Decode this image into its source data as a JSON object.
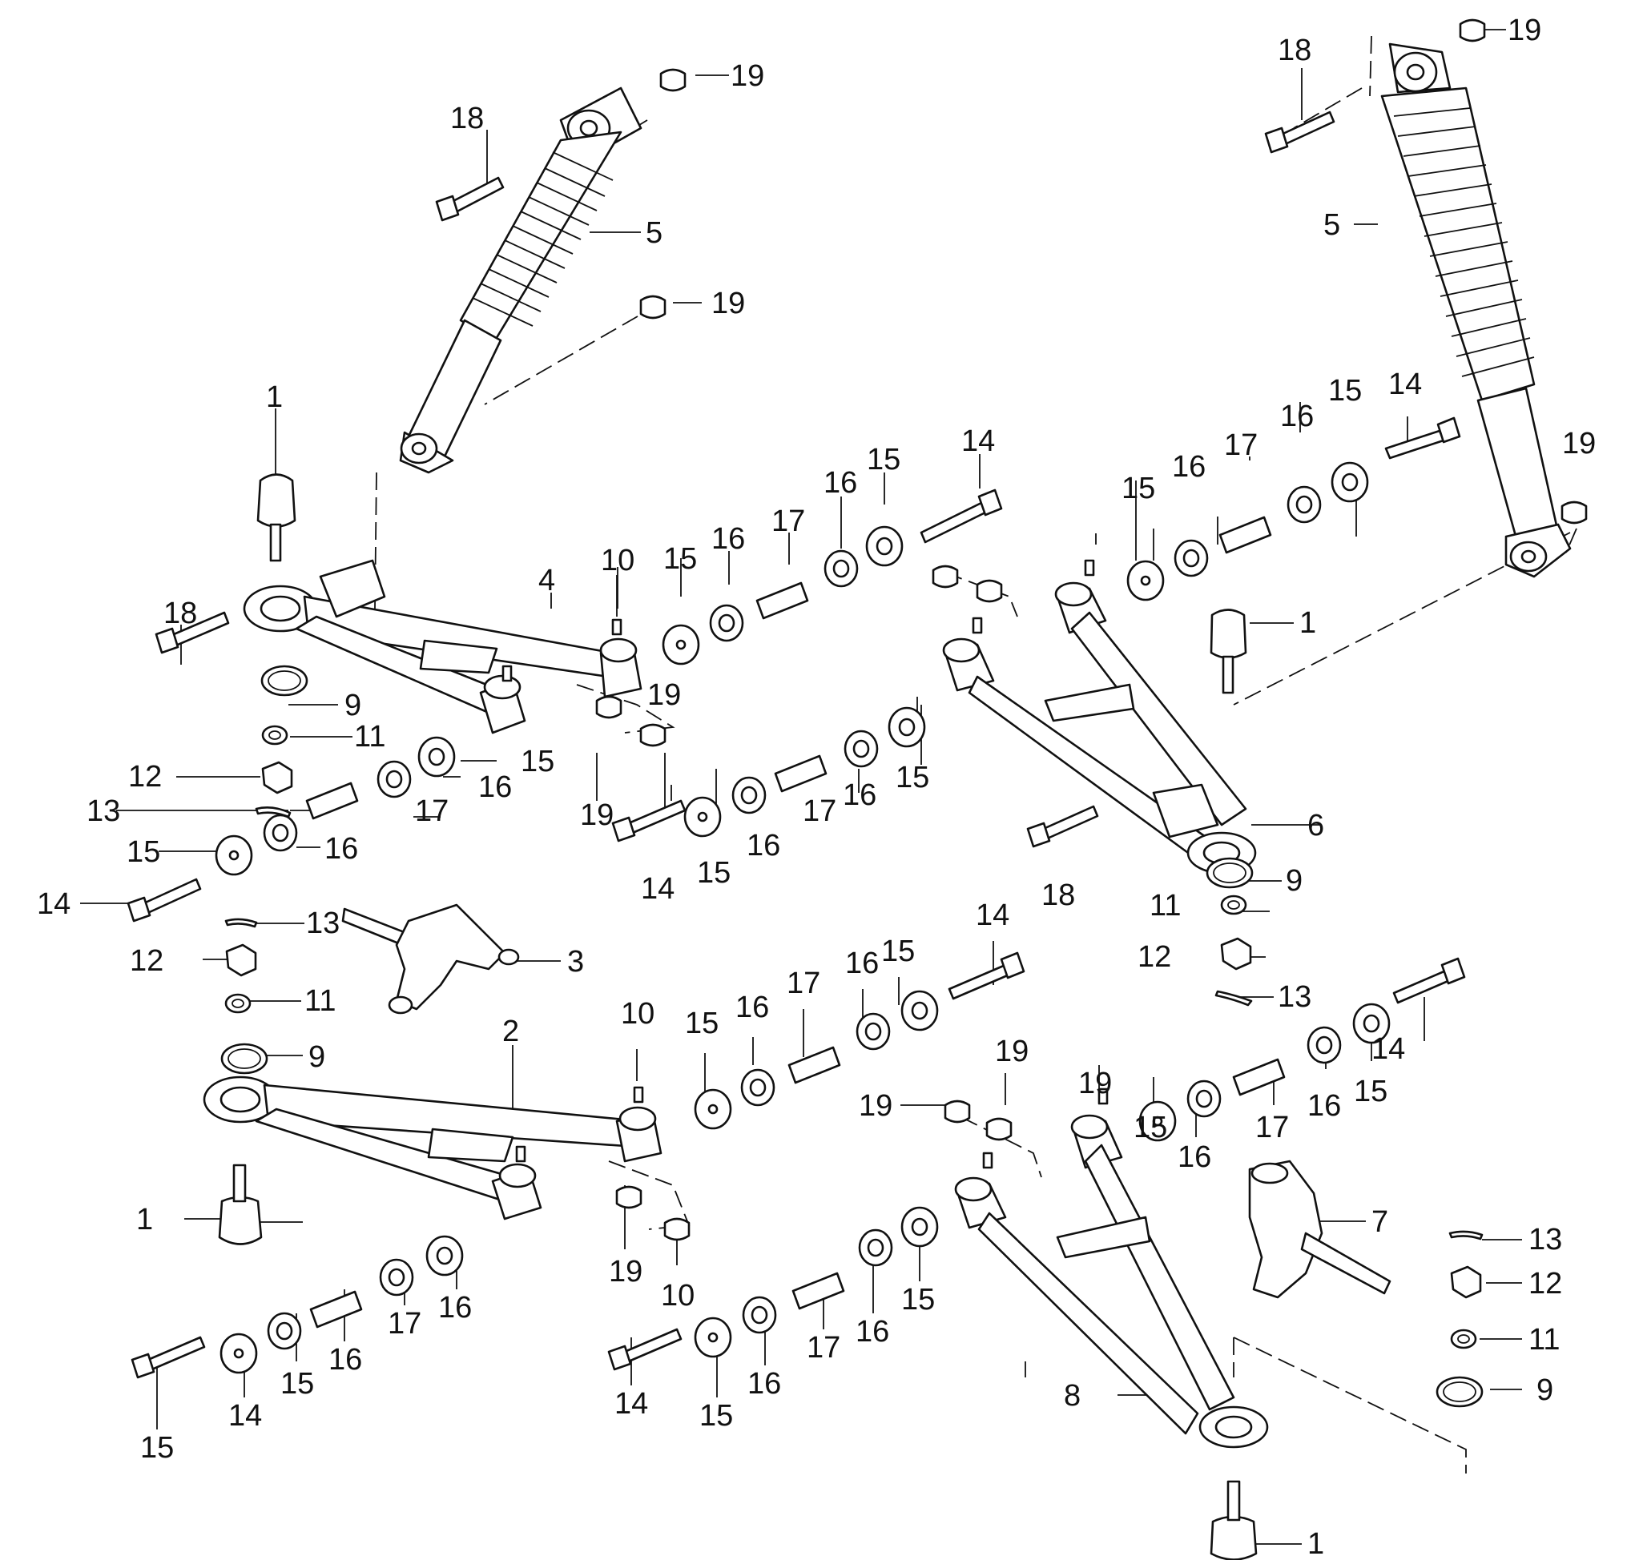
{
  "callouts": [
    {
      "id": "c1",
      "text": "19"
    },
    {
      "id": "c2",
      "text": "18"
    },
    {
      "id": "c3",
      "text": "5"
    },
    {
      "id": "c4",
      "text": "19"
    },
    {
      "id": "c5",
      "text": "1"
    },
    {
      "id": "c6",
      "text": "18"
    },
    {
      "id": "c7",
      "text": "4"
    },
    {
      "id": "c8",
      "text": "10"
    },
    {
      "id": "c9",
      "text": "15"
    },
    {
      "id": "c10",
      "text": "16"
    },
    {
      "id": "c11",
      "text": "17"
    },
    {
      "id": "c12",
      "text": "16"
    },
    {
      "id": "c13",
      "text": "15"
    },
    {
      "id": "c14",
      "text": "14"
    },
    {
      "id": "c15",
      "text": "9"
    },
    {
      "id": "c16",
      "text": "11"
    },
    {
      "id": "c17",
      "text": "12"
    },
    {
      "id": "c18",
      "text": "13"
    },
    {
      "id": "c19",
      "text": "15"
    },
    {
      "id": "c20",
      "text": "14"
    },
    {
      "id": "c21",
      "text": "16"
    },
    {
      "id": "c22",
      "text": "17"
    },
    {
      "id": "c23",
      "text": "16"
    },
    {
      "id": "c24",
      "text": "15"
    },
    {
      "id": "c25",
      "text": "19"
    },
    {
      "id": "c26",
      "text": "19"
    },
    {
      "id": "c27",
      "text": "14"
    },
    {
      "id": "c28",
      "text": "15"
    },
    {
      "id": "c29",
      "text": "16"
    },
    {
      "id": "c30",
      "text": "17"
    },
    {
      "id": "c31",
      "text": "16"
    },
    {
      "id": "c32",
      "text": "15"
    },
    {
      "id": "c33",
      "text": "19"
    },
    {
      "id": "c34",
      "text": "18"
    },
    {
      "id": "c35",
      "text": "5"
    },
    {
      "id": "c36",
      "text": "15"
    },
    {
      "id": "c37",
      "text": "14"
    },
    {
      "id": "c38",
      "text": "16"
    },
    {
      "id": "c39",
      "text": "17"
    },
    {
      "id": "c40",
      "text": "16"
    },
    {
      "id": "c41",
      "text": "15"
    },
    {
      "id": "c42",
      "text": "19"
    },
    {
      "id": "c43",
      "text": "1"
    },
    {
      "id": "c44",
      "text": "6"
    },
    {
      "id": "c45",
      "text": "18"
    },
    {
      "id": "c46",
      "text": "9"
    },
    {
      "id": "c47",
      "text": "11"
    },
    {
      "id": "c48",
      "text": "12"
    },
    {
      "id": "c49",
      "text": "13"
    },
    {
      "id": "c50",
      "text": "13"
    },
    {
      "id": "c51",
      "text": "12"
    },
    {
      "id": "c52",
      "text": "3"
    },
    {
      "id": "c53",
      "text": "11"
    },
    {
      "id": "c54",
      "text": "9"
    },
    {
      "id": "c55",
      "text": "2"
    },
    {
      "id": "c56",
      "text": "10"
    },
    {
      "id": "c57",
      "text": "15"
    },
    {
      "id": "c58",
      "text": "16"
    },
    {
      "id": "c59",
      "text": "17"
    },
    {
      "id": "c60",
      "text": "16"
    },
    {
      "id": "c61",
      "text": "15"
    },
    {
      "id": "c62",
      "text": "14"
    },
    {
      "id": "c63",
      "text": "1"
    },
    {
      "id": "c64",
      "text": "19"
    },
    {
      "id": "c65",
      "text": "19"
    },
    {
      "id": "c66",
      "text": "14"
    },
    {
      "id": "c67",
      "text": "15"
    },
    {
      "id": "c68",
      "text": "16"
    },
    {
      "id": "c69",
      "text": "17"
    },
    {
      "id": "c70",
      "text": "16"
    },
    {
      "id": "c71",
      "text": "15"
    },
    {
      "id": "c72",
      "text": "19"
    },
    {
      "id": "c73",
      "text": "19"
    },
    {
      "id": "c74",
      "text": "10"
    },
    {
      "id": "c75",
      "text": "15"
    },
    {
      "id": "c76",
      "text": "14"
    },
    {
      "id": "c77",
      "text": "15"
    },
    {
      "id": "c78",
      "text": "16"
    },
    {
      "id": "c79",
      "text": "17"
    },
    {
      "id": "c80",
      "text": "16"
    },
    {
      "id": "c81",
      "text": "15"
    },
    {
      "id": "c82",
      "text": "16"
    },
    {
      "id": "c83",
      "text": "17"
    },
    {
      "id": "c84",
      "text": "16"
    },
    {
      "id": "c85",
      "text": "15"
    },
    {
      "id": "c86",
      "text": "14"
    },
    {
      "id": "c87",
      "text": "7"
    },
    {
      "id": "c88",
      "text": "13"
    },
    {
      "id": "c89",
      "text": "12"
    },
    {
      "id": "c90",
      "text": "11"
    },
    {
      "id": "c91",
      "text": "9"
    },
    {
      "id": "c92",
      "text": "8"
    },
    {
      "id": "c93",
      "text": "1"
    }
  ]
}
